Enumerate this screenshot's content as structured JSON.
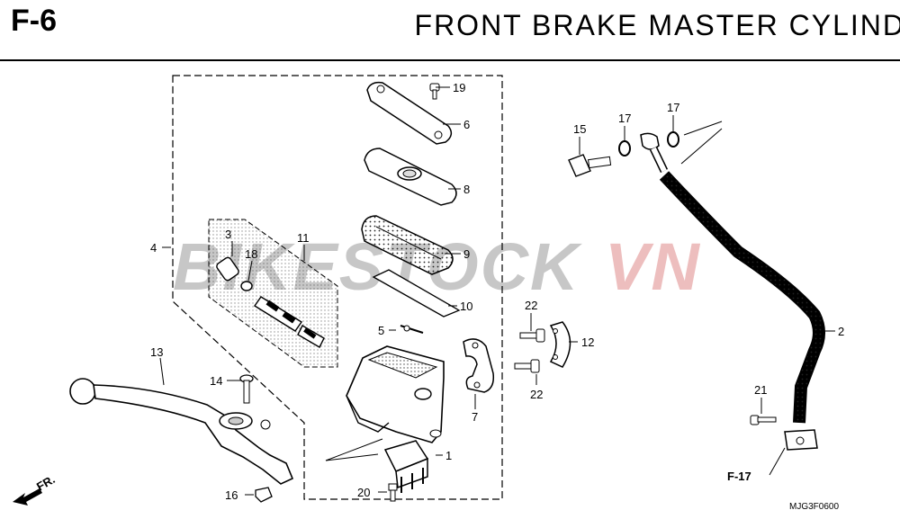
{
  "header": {
    "code": "F-6",
    "title": "FRONT BRAKE MASTER CYLIND"
  },
  "watermark": {
    "part1": "BIKESTOCK",
    "part2": "VN",
    "color1": "#9a9a9a",
    "color2": "#e08a8a"
  },
  "callouts": {
    "c1": "1",
    "c2": "2",
    "c3": "3",
    "c4": "4",
    "c5": "5",
    "c6": "6",
    "c7": "7",
    "c8": "8",
    "c9": "9",
    "c10": "10",
    "c11": "11",
    "c12": "12",
    "c13": "13",
    "c14": "14",
    "c15": "15",
    "c16": "16",
    "c17a": "17",
    "c17b": "17",
    "c18": "18",
    "c19": "19",
    "c20": "20",
    "c21": "21",
    "c22a": "22",
    "c22b": "22"
  },
  "references": {
    "f17": "F-17",
    "front": "FR."
  },
  "figure_id": "MJG3F0600"
}
